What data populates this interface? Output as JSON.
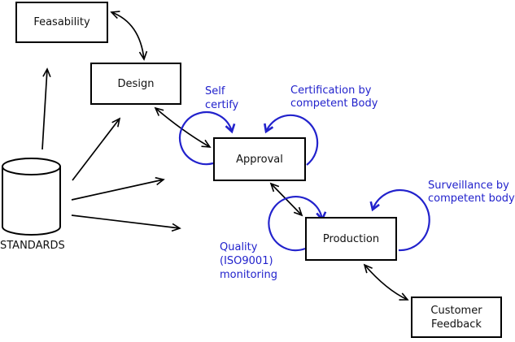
{
  "diagram": {
    "type": "process-flow",
    "description": "Product lifecycle stages fed by standards, with certification loops"
  },
  "nodes": {
    "feasability": {
      "label": "Feasability"
    },
    "design": {
      "label": "Design"
    },
    "approval": {
      "label": "Approval"
    },
    "production": {
      "label": "Production"
    },
    "customer_feedback": {
      "lines": [
        "Customer",
        "Feedback"
      ]
    },
    "standards": {
      "label": "STANDARDS",
      "shape": "cylinder"
    }
  },
  "annotations": {
    "self_certify": {
      "lines": [
        "Self",
        "certify"
      ],
      "attached_to": "approval"
    },
    "certification": {
      "lines": [
        "Certification by",
        "competent Body"
      ],
      "attached_to": "approval"
    },
    "surveillance": {
      "lines": [
        "Surveillance by",
        "competent body"
      ],
      "attached_to": "production"
    },
    "quality": {
      "lines": [
        "Quality",
        "(ISO9001)",
        "monitoring"
      ],
      "attached_to": "production"
    }
  },
  "edges": [
    {
      "from": "standards",
      "to": "feasability",
      "style": "single-arrow"
    },
    {
      "from": "standards",
      "to": "design",
      "style": "single-arrow"
    },
    {
      "from": "standards",
      "to": "approval",
      "style": "single-arrow"
    },
    {
      "from": "standards",
      "to": "production",
      "style": "single-arrow"
    },
    {
      "from": "feasability",
      "to": "design",
      "style": "double-arrow"
    },
    {
      "from": "design",
      "to": "approval",
      "style": "double-arrow"
    },
    {
      "from": "approval",
      "to": "production",
      "style": "double-arrow"
    },
    {
      "from": "production",
      "to": "customer_feedback",
      "style": "double-arrow"
    },
    {
      "node": "approval",
      "loop": "self_certify"
    },
    {
      "node": "approval",
      "loop": "certification"
    },
    {
      "node": "production",
      "loop": "quality"
    },
    {
      "node": "production",
      "loop": "surveillance"
    }
  ],
  "colors": {
    "annotation_blue": "#2222cc",
    "line_black": "#000000",
    "background": "#ffffff"
  }
}
